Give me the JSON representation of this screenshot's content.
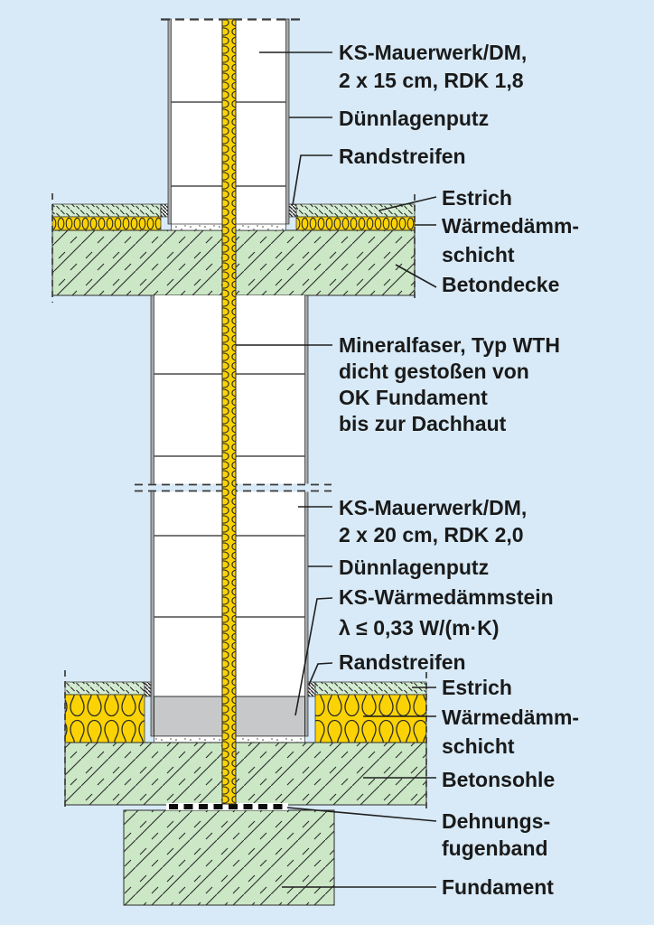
{
  "colors": {
    "background": "#d8eaf7",
    "concrete-green": "#cbe7c6",
    "estrich-green": "#d4ecd2",
    "insulation-yellow": "#fbd304",
    "block-gray": "#c7c8c9",
    "plaster-gray": "#a6a8aa",
    "wall-white": "#ffffff",
    "line-dark": "#2b2b2b",
    "text": "#1a1a1a"
  },
  "labels": {
    "ks_upper_1": "KS-Mauerwerk/DM,",
    "ks_upper_2": "2 x 15 cm, RDK 1,8",
    "duennlagenputz_upper": "Dünnlagenputz",
    "randstreifen_upper": "Randstreifen",
    "estrich_upper": "Estrich",
    "waermedaemm_upper_1": "Wärmedämm-",
    "waermedaemm_upper_2": "schicht",
    "betondecke": "Betondecke",
    "mineralfaser_1": "Mineralfaser, Typ WTH",
    "mineralfaser_2": "dicht gestoßen von",
    "mineralfaser_3": "OK Fundament",
    "mineralfaser_4": "bis zur Dachhaut",
    "ks_lower_1": "KS-Mauerwerk/DM,",
    "ks_lower_2": "2 x 20 cm, RDK 2,0",
    "duennlagenputz_lower": "Dünnlagenputz",
    "ks_daemmstein_1": "KS-Wärmedämmstein",
    "ks_daemmstein_2": "λ ≤ 0,33 W/(m·K)",
    "randstreifen_lower": "Randstreifen",
    "estrich_lower": "Estrich",
    "waermedaemm_lower_1": "Wärmedämm-",
    "waermedaemm_lower_2": "schicht",
    "betonsohle": "Betonsohle",
    "dehnungsfugenband_1": "Dehnungs-",
    "dehnungsfugenband_2": "fugenband",
    "fundament": "Fundament"
  }
}
